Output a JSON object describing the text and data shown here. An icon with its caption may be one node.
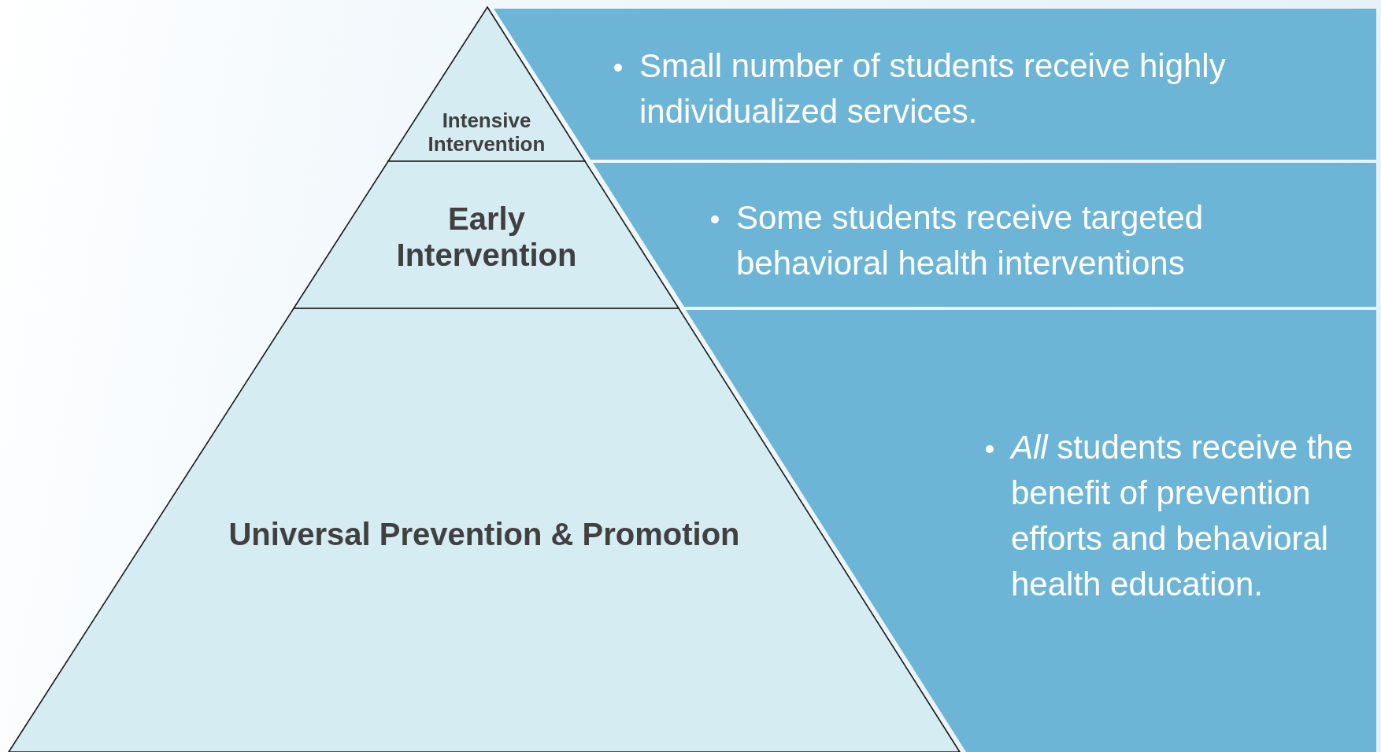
{
  "diagram": {
    "nodes": [
      {
        "text": [
          "Intensive Intervention"
        ]
      },
      {
        "text": [
          "Early Intervention"
        ]
      },
      {
        "text": [
          "Universal Prevention & Promotion"
        ]
      },
      {
        "text": [
          "Small number of students receive highly individualized services."
        ]
      },
      {
        "text": [
          "Some students receive targeted behavioral health interventions"
        ]
      },
      {
        "text": [
          "*All* students receive the benefit of prevention efforts and behavioral health education."
        ]
      }
    ]
  }
}
